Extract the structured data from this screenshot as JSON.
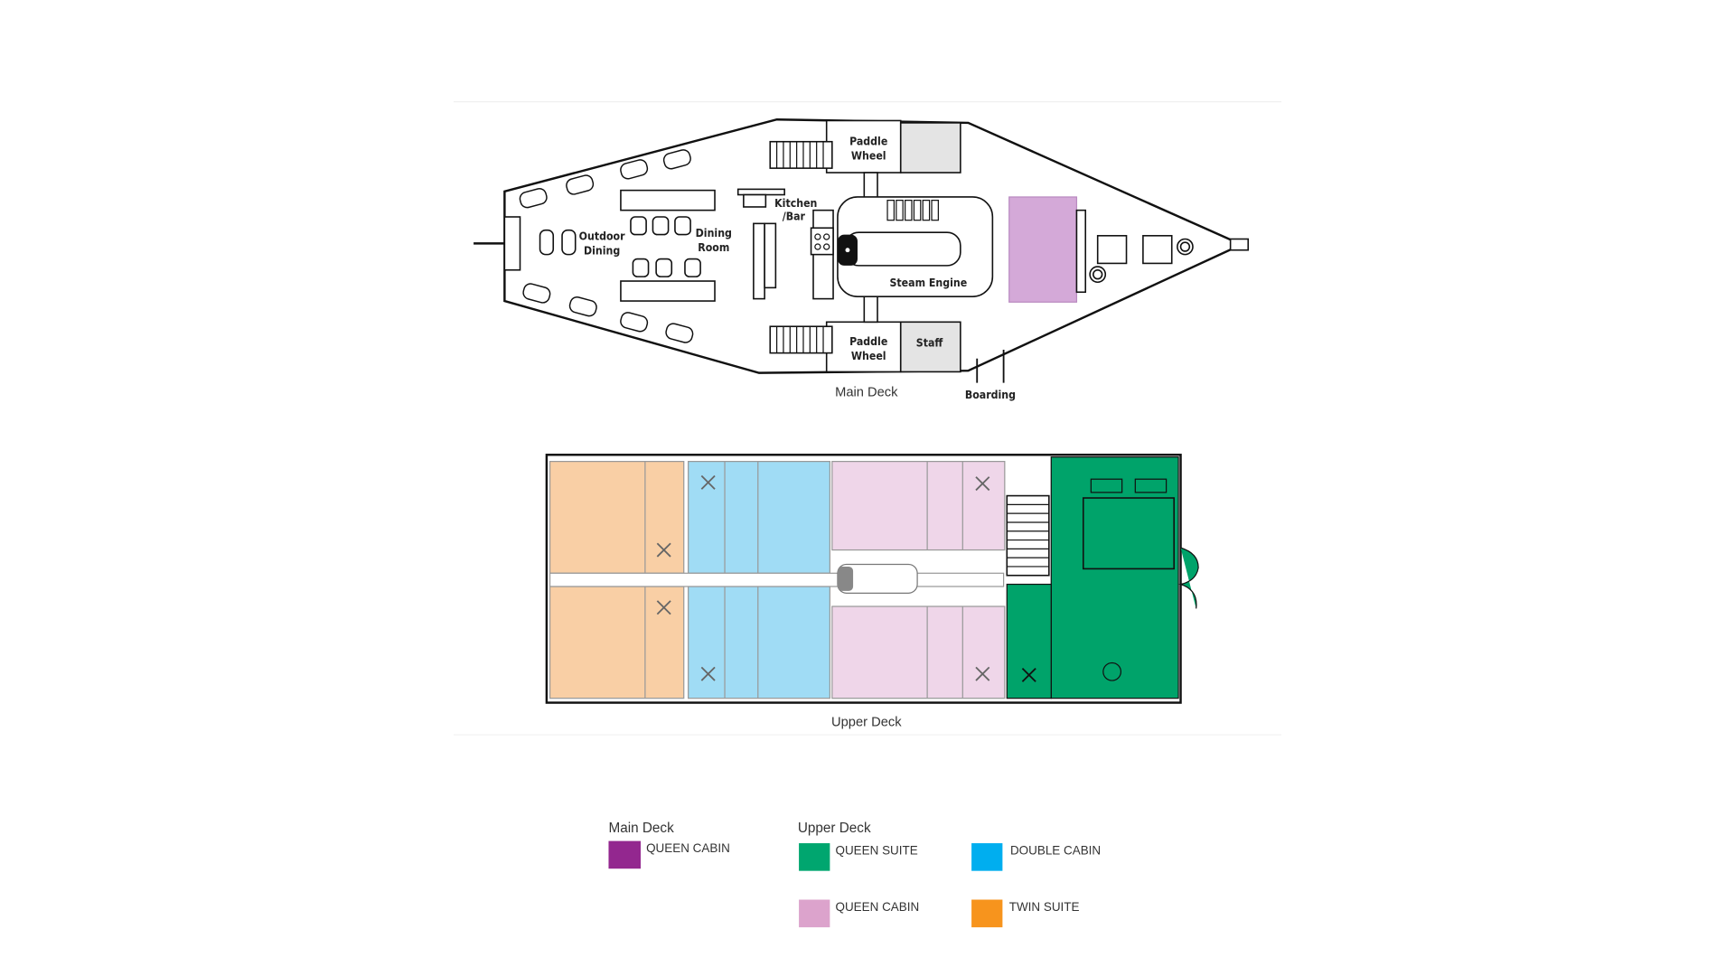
{
  "main_deck": {
    "title": "Main Deck",
    "labels": {
      "paddle_wheel_top": [
        "Paddle",
        "Wheel"
      ],
      "paddle_wheel_bottom": [
        "Paddle",
        "Wheel"
      ],
      "kitchen_bar": [
        "Kitchen",
        "/Bar"
      ],
      "outdoor_dining": [
        "Outdoor",
        "Dining"
      ],
      "dining_room": [
        "Dining",
        "Room"
      ],
      "steam_engine": "Steam Engine",
      "staff": "Staff",
      "boarding": "Boarding"
    }
  },
  "upper_deck": {
    "title": "Upper Deck"
  },
  "legend": {
    "main_deck_heading": "Main Deck",
    "upper_deck_heading": "Upper Deck",
    "items": [
      {
        "label": "QUEEN CABIN",
        "deck": "Main Deck",
        "color": "#93278f"
      },
      {
        "label": "QUEEN SUITE",
        "deck": "Upper Deck",
        "color": "#00a66f"
      },
      {
        "label": "DOUBLE CABIN",
        "deck": "Upper Deck",
        "color": "#00aeef"
      },
      {
        "label": "QUEEN CABIN",
        "deck": "Upper Deck",
        "color": "#dca3cc"
      },
      {
        "label": "TWIN SUITE",
        "deck": "Upper Deck",
        "color": "#f7941d"
      }
    ]
  },
  "colors": {
    "twin_suite_fill": "#f9cfa5",
    "double_cabin_fill": "#a0dcf5",
    "queen_cabin_fill": "#efd6e9",
    "queen_suite_fill": "#00a36a",
    "main_queen_fill": "#d4a9d8"
  }
}
